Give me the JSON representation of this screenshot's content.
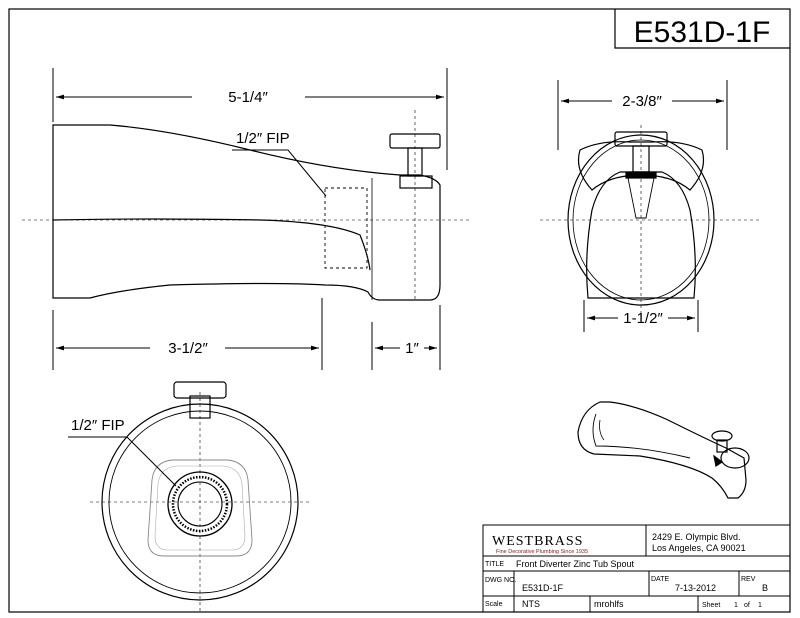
{
  "part_number": "E531D-1F",
  "dimensions": {
    "overall_length": "5-1/4″",
    "reach": "3-1/2″",
    "spout_end": "1″",
    "face_width": "2-3/8″",
    "outlet_width": "1-1/2″"
  },
  "callouts": {
    "side_connection": "1/2″ FIP",
    "rear_connection": "1/2″ FIP"
  },
  "title_block": {
    "brand": "WESTBRASS",
    "tagline": "Fine Decorative Plumbing Since 1935",
    "address_line1": "2429 E. Olympic Blvd.",
    "address_line2": "Los Angeles, CA 90021",
    "title_label": "TITLE",
    "title": "Front Diverter Zinc Tub Spout",
    "dwg_label": "DWG NO.",
    "dwg_no": "E531D-1F",
    "date_label": "DATE",
    "date": "7-13-2012",
    "rev_label": "REV",
    "rev": "B",
    "scale_label": "Scale",
    "scale": "NTS",
    "drawn_by": "mrohlfs",
    "sheet_label": "Sheet",
    "sheet": "1",
    "of_label": "of",
    "sheets": "1"
  }
}
